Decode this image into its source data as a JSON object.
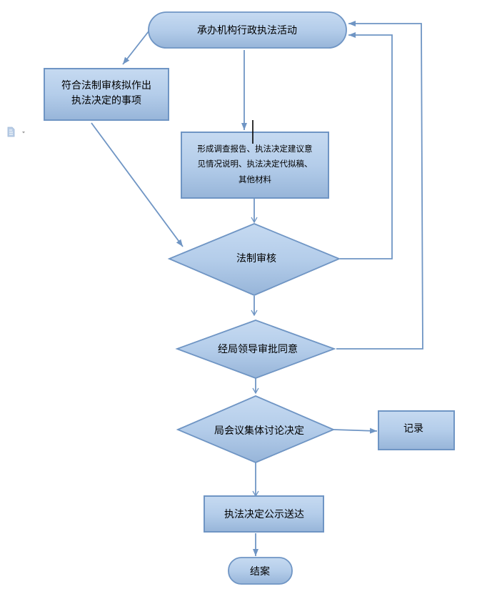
{
  "diagram": {
    "type": "flowchart",
    "colors": {
      "fill_top": "#c5d9f1",
      "fill_bottom": "#95b3d7",
      "stroke": "#6f95c4",
      "connector": "#6f95c4",
      "cursor": "#000000"
    },
    "nodes": {
      "start": {
        "shape": "terminator",
        "text": "承办机构行政执法活动"
      },
      "legal_matter": {
        "shape": "process",
        "lines": [
          "符合法制审核拟作出",
          "执法决定的事项"
        ]
      },
      "report": {
        "shape": "process",
        "lines": [
          "形成调查报告、执法决定建议意",
          "见情况说明、执法决定代拟稿、",
          "其他材料"
        ]
      },
      "legal_review": {
        "shape": "decision",
        "text": "法制审核"
      },
      "leader_approval": {
        "shape": "decision",
        "text": "经局领导审批同意"
      },
      "meeting": {
        "shape": "decision",
        "text": "局会议集体讨论决定"
      },
      "record": {
        "shape": "process",
        "text": "记录"
      },
      "publish": {
        "shape": "process",
        "text": "执法决定公示送达"
      },
      "end": {
        "shape": "terminator",
        "text": "结案"
      }
    },
    "edges": [
      {
        "from": "start",
        "to": "legal_matter"
      },
      {
        "from": "start",
        "to": "report"
      },
      {
        "from": "legal_matter",
        "to": "legal_review"
      },
      {
        "from": "report",
        "to": "legal_review"
      },
      {
        "from": "legal_review",
        "to": "start",
        "note": "return loop"
      },
      {
        "from": "legal_review",
        "to": "leader_approval"
      },
      {
        "from": "leader_approval",
        "to": "start",
        "note": "return loop"
      },
      {
        "from": "leader_approval",
        "to": "meeting"
      },
      {
        "from": "meeting",
        "to": "record"
      },
      {
        "from": "meeting",
        "to": "publish"
      },
      {
        "from": "publish",
        "to": "end"
      }
    ]
  },
  "side_icon": {
    "name": "document-icon",
    "has_dropdown": true
  }
}
